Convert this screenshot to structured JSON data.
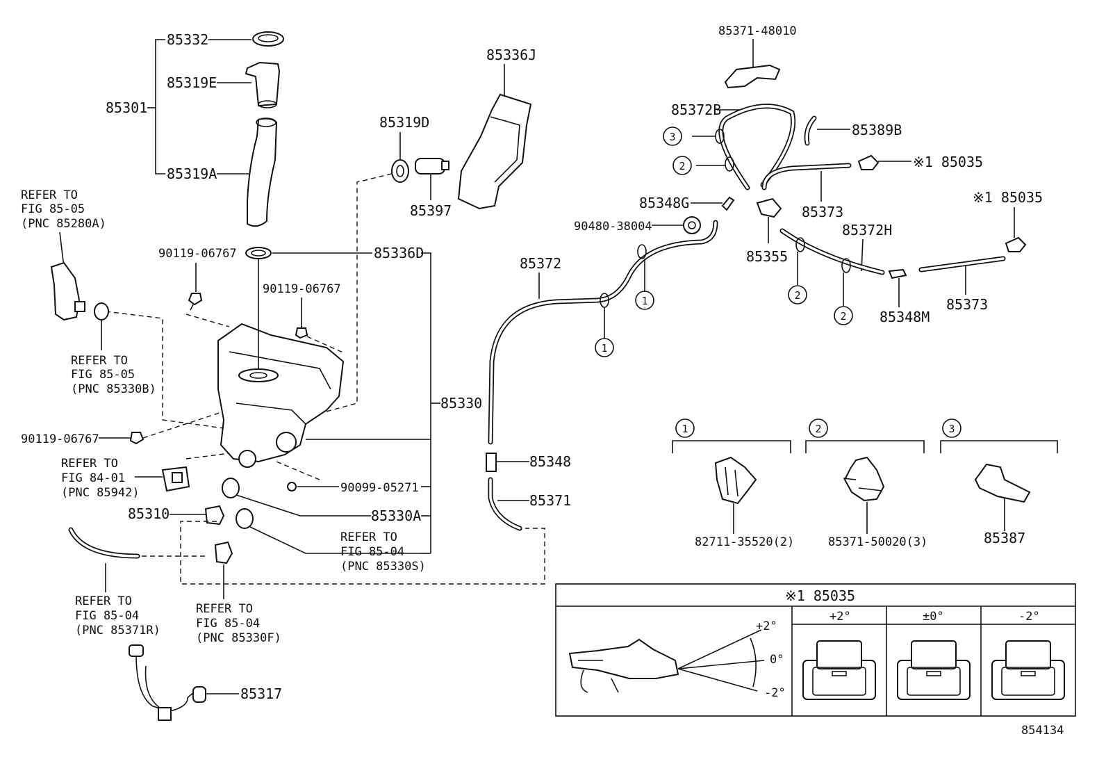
{
  "labels": {
    "p85332": "85332",
    "p85319E": "85319E",
    "p85301": "85301",
    "p85319A": "85319A",
    "p85336J": "85336J",
    "p85319D": "85319D",
    "p85397": "85397",
    "p85336D": "85336D",
    "p90119a": "90119-06767",
    "p90119b": "90119-06767",
    "p90119c": "90119-06767",
    "p85330": "85330",
    "p90099": "90099-05271",
    "p85330A": "85330A",
    "p85310": "85310",
    "p85317": "85317",
    "p85371_48010": "85371-48010",
    "p85372B": "85372B",
    "p85389B": "85389B",
    "p85035a": "※1 85035",
    "p85035b": "※1 85035",
    "p85348G": "85348G",
    "p90480": "90480-38004",
    "p85373a": "85373",
    "p85373b": "85373",
    "p85355": "85355",
    "p85372H": "85372H",
    "p85372": "85372",
    "p85348M": "85348M",
    "p85348": "85348",
    "p85371": "85371",
    "p82711": "82711-35520(2)",
    "p85371_50020": "85371-50020(3)",
    "p85387": "85387"
  },
  "refs": {
    "r85280A": [
      "REFER TO",
      "FIG 85-05",
      "(PNC 85280A)"
    ],
    "r85330B": [
      "REFER TO",
      "FIG 85-05",
      "(PNC 85330B)"
    ],
    "r85942": [
      "REFER TO",
      "FIG 84-01",
      "(PNC 85942)"
    ],
    "r85330S": [
      "REFER TO",
      "FIG 85-04",
      "(PNC 85330S)"
    ],
    "r85371R": [
      "REFER TO",
      "FIG 85-04",
      "(PNC 85371R)"
    ],
    "r85330F": [
      "REFER TO",
      "FIG 85-04",
      "(PNC 85330F)"
    ]
  },
  "callouts": {
    "c1": "1",
    "c2": "2",
    "c3": "3"
  },
  "inset": {
    "title": "※1 85035",
    "angles": {
      "plus": "+2°",
      "zero": "0°",
      "minus": "-2°"
    },
    "columns": [
      "+2°",
      "±0°",
      "-2°"
    ]
  },
  "figure_number": "854134"
}
